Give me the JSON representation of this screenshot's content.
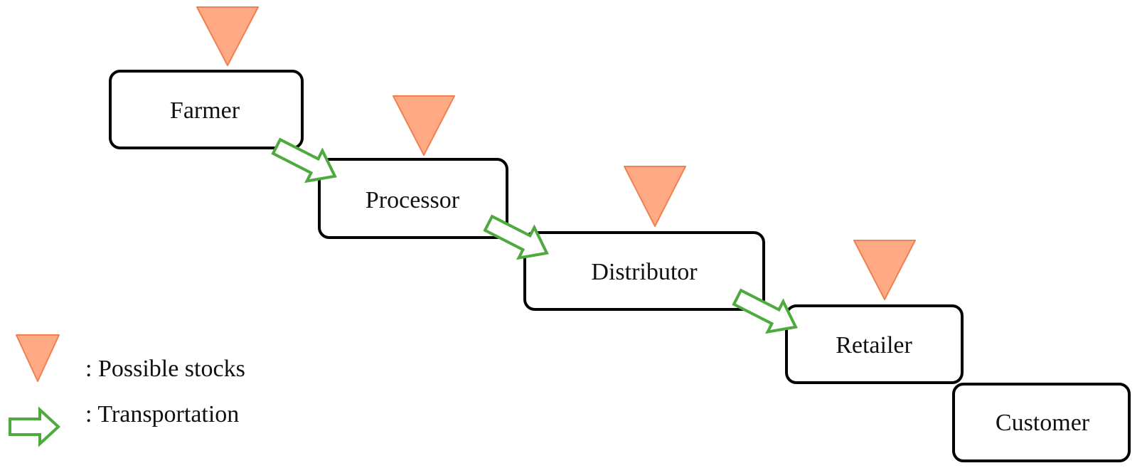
{
  "colors": {
    "stock_fill": "#FFAA85",
    "stock_stroke": "#F08050",
    "arrow_stroke": "#4EAA3E",
    "arrow_fill": "#ffffff",
    "box_stroke": "#000000",
    "text": "#111111"
  },
  "nodes": [
    {
      "label": "Farmer",
      "has_stock": true
    },
    {
      "label": "Processor",
      "has_stock": true
    },
    {
      "label": "Distributor",
      "has_stock": true
    },
    {
      "label": "Retailer",
      "has_stock": true
    },
    {
      "label": "Customer",
      "has_stock": false
    }
  ],
  "transport_links": [
    {
      "from": "Farmer",
      "to": "Processor"
    },
    {
      "from": "Processor",
      "to": "Distributor"
    },
    {
      "from": "Distributor",
      "to": "Retailer"
    }
  ],
  "legend": {
    "stocks_label": ": Possible stocks",
    "transport_label": ": Transportation",
    "stocks_icon": "downward-triangle-icon",
    "transport_icon": "outline-arrow-icon"
  }
}
